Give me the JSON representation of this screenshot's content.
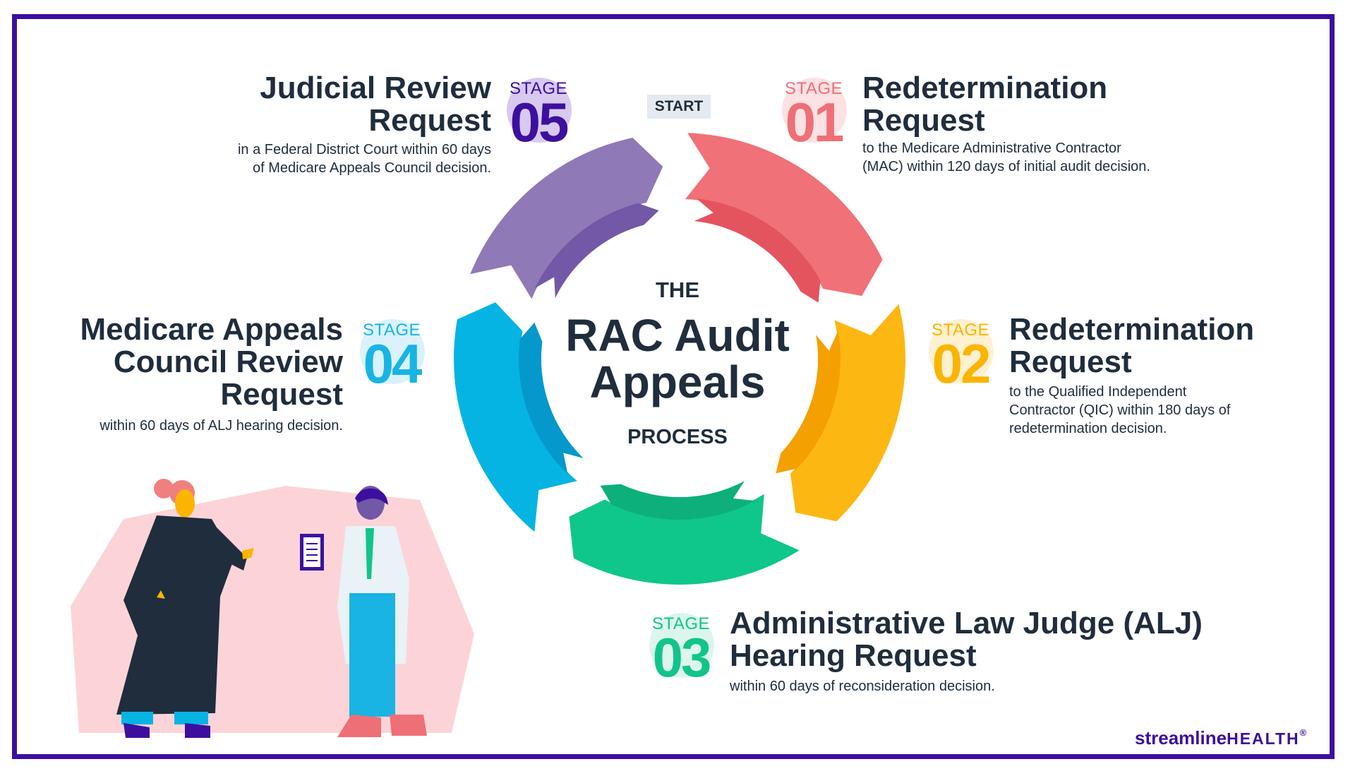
{
  "start_label": "START",
  "center": {
    "the": "THE",
    "title_line1": "RAC Audit",
    "title_line2": "Appeals",
    "process": "PROCESS"
  },
  "stages": [
    {
      "word": "STAGE",
      "number": "01",
      "color": "#ef6f77",
      "bubble": "#fde1e3",
      "title_line1": "Redetermination",
      "title_line2": "Request",
      "desc_line1": "to the Medicare Administrative Contractor",
      "desc_line2": "(MAC) within 120 days of initial audit decision."
    },
    {
      "word": "STAGE",
      "number": "02",
      "color": "#fbb400",
      "bubble": "#fff1cf",
      "title_line1": "Redetermination",
      "title_line2": "Request",
      "desc_line1": "to the Qualified Independent",
      "desc_line2": "Contractor (QIC) within 180 days of",
      "desc_line3": "redetermination decision."
    },
    {
      "word": "STAGE",
      "number": "03",
      "color": "#12c48c",
      "bubble": "#dcf6ec",
      "title_line1": "Administrative Law Judge (ALJ)",
      "title_line2": "Hearing Request",
      "desc_line1": "within 60 days of reconsideration decision."
    },
    {
      "word": "STAGE",
      "number": "04",
      "color": "#19b4e3",
      "bubble": "#d9f2fb",
      "title_line1": "Medicare Appeals",
      "title_line2": "Council Review",
      "title_line3": "Request",
      "desc_line1": "within 60 days of ALJ hearing decision."
    },
    {
      "word": "STAGE",
      "number": "05",
      "color": "#3d0f9e",
      "bubble": "#d8c9f1",
      "title_line1": "Judicial Review",
      "title_line2": "Request",
      "desc_line1": "in a Federal District Court within 60 days",
      "desc_line2": "of Medicare Appeals Council decision."
    }
  ],
  "ring_colors": {
    "s1_outer": "#f07178",
    "s1_inner": "#e4545f",
    "s2_outer": "#fdb713",
    "s2_inner": "#f3a000",
    "s3_outer": "#0fc68b",
    "s3_inner": "#0db07a",
    "s4_outer": "#05b4e3",
    "s4_inner": "#0598cc",
    "s5_outer": "#8f79b6",
    "s5_inner": "#7258a7"
  },
  "logo": {
    "word1": "streamline",
    "word2": "HEALTH",
    "reg": "®"
  },
  "frame_color": "#3d0f9e"
}
